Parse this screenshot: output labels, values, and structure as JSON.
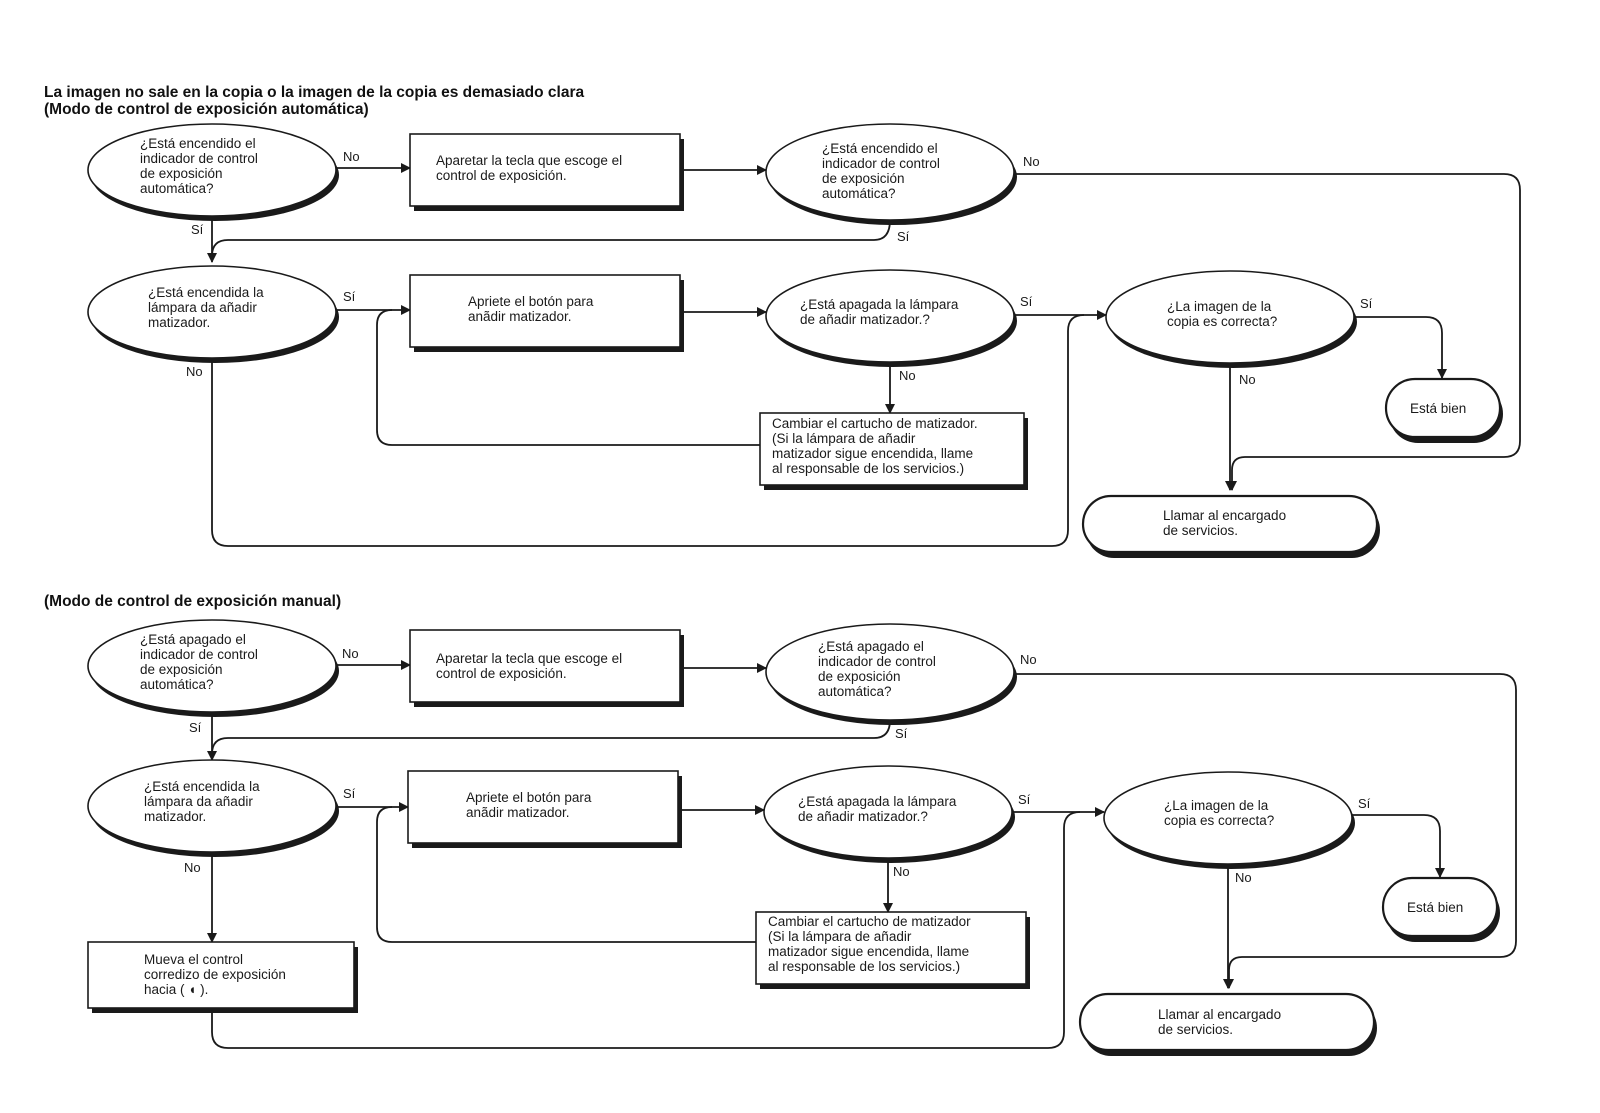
{
  "section1": {
    "title_line1": "La imagen no sale en la copia o la imagen de la copia es demasiado clara",
    "title_line2": "(Modo de control de exposición automática)",
    "nodes": {
      "q1": [
        "¿Está encendido el",
        "indicador de control",
        "de exposición",
        "automática?"
      ],
      "a1": [
        "Aparetar la tecla que escoge el",
        "control de exposición."
      ],
      "q2": [
        "¿Está encendido el",
        "indicador de control",
        "de exposición",
        "automática?"
      ],
      "q3": [
        "¿Está encendida la",
        "lámpara da añadir",
        "matizador."
      ],
      "a2": [
        "Apriete el botón para",
        "anãdir matizador."
      ],
      "q4": [
        "¿Está apagada la lámpara",
        "de añadir matizador.?"
      ],
      "a3": [
        "Cambiar el cartucho de matizador.",
        "(Si  la lámpara de añadir",
        "matizador sigue encendida, llame",
        "al responsable de los servicios.)"
      ],
      "q5": [
        "¿La imagen de la",
        "copia es correcta?"
      ],
      "ok": [
        "Está bien"
      ],
      "call": [
        "Llamar al encargado",
        "de servicios."
      ]
    }
  },
  "section2": {
    "title": "(Modo de control de exposición manual)",
    "nodes": {
      "q1": [
        "¿Está apagado el",
        "indicador de control",
        "de exposición",
        "automática?"
      ],
      "a1": [
        "Aparetar la tecla que escoge el",
        "control de exposición."
      ],
      "q2": [
        "¿Está apagado el",
        "indicador de control",
        "de exposición",
        "automática?"
      ],
      "q3": [
        "¿Está encendida la",
        "lámpara da añadir",
        "matizador."
      ],
      "a2": [
        "Apriete el botón para",
        "anãdir matizador."
      ],
      "q4": [
        "¿Está apagada la lámpara",
        "de añadir matizador.?"
      ],
      "a3": [
        "Cambiar el cartucho de matizador",
        "(Si la lámpara de añadir",
        "matizador sigue encendida, llame",
        "al responsable de los servicios.)"
      ],
      "q5": [
        "¿La imagen de la",
        "copia es correcta?"
      ],
      "ok": [
        "Está bien"
      ],
      "call": [
        "Llamar al encargado",
        "de servicios."
      ],
      "move": [
        "Mueva el control",
        "corredizo de exposición",
        "hacia (  ◖ )."
      ]
    }
  },
  "labels": {
    "yes": "Sí",
    "no": "No"
  }
}
